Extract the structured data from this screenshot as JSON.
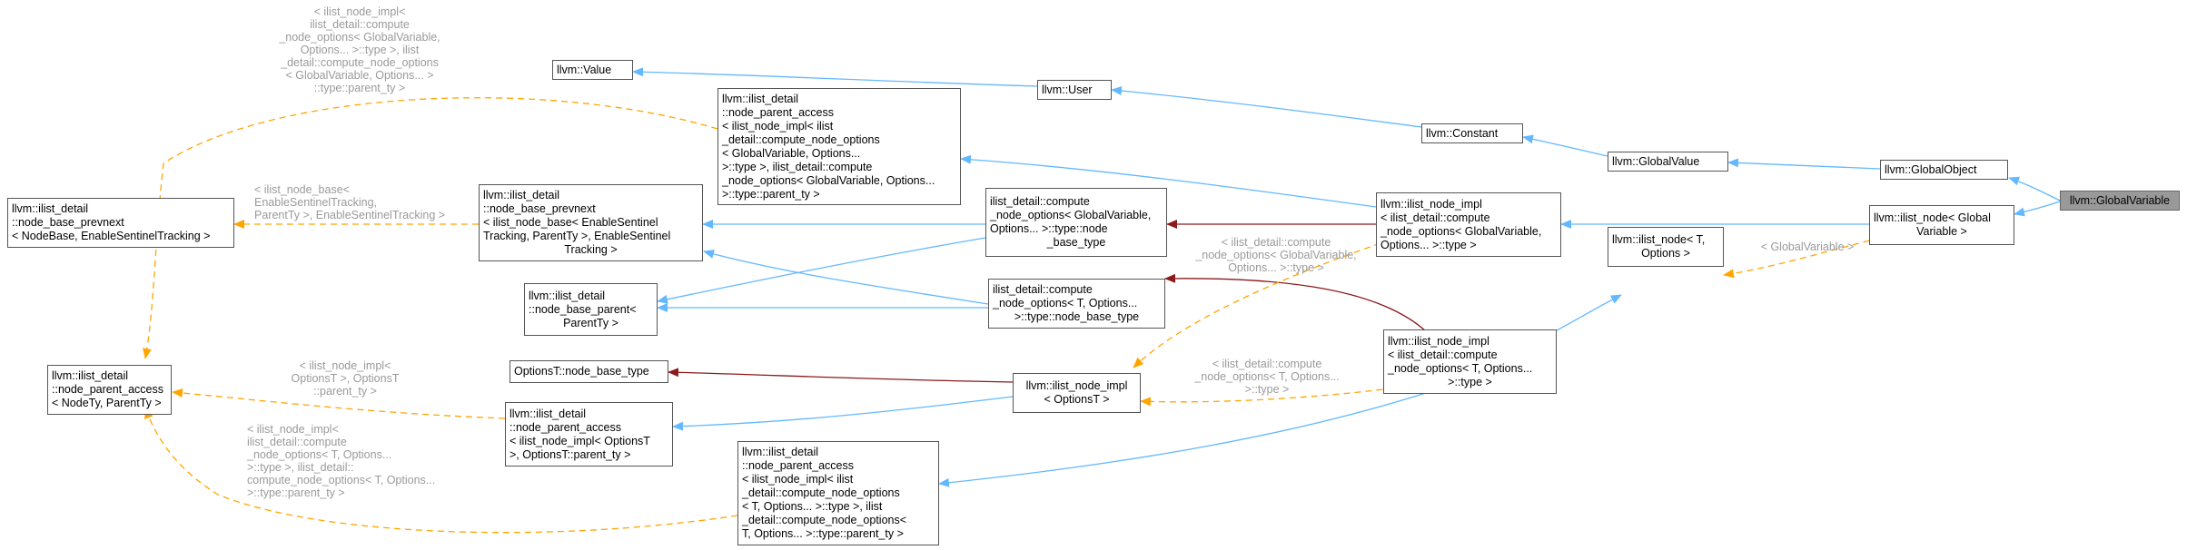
{
  "colors": {
    "inheritance": "#63b8ff",
    "template_instance": "#8b1a1a",
    "usage": "#ffa500",
    "label_text": "#9a9a9a",
    "focus_fill": "#999999"
  },
  "nodes": {
    "global_variable": [
      "llvm::GlobalVariable"
    ],
    "global_object": [
      "llvm::GlobalObject"
    ],
    "ilist_node_global_variable": [
      "llvm::ilist_node< Global",
      "Variable >"
    ],
    "global_value": [
      "llvm::GlobalValue"
    ],
    "constant": [
      "llvm::Constant"
    ],
    "user": [
      "llvm::User"
    ],
    "value": [
      "llvm::Value"
    ],
    "node_parent_access_global": [
      "llvm::ilist_detail",
      "::node_parent_access",
      "< ilist_node_impl< ilist",
      "_detail::compute_node_options",
      "< GlobalVariable, Options...",
      ">::type >, ilist_detail::compute",
      "_node_options< GlobalVariable, Options...",
      ">::type::parent_ty >"
    ],
    "ilist_node_impl_global": [
      "llvm::ilist_node_impl",
      "< ilist_detail::compute",
      "_node_options< GlobalVariable,",
      "Options... >::type >"
    ],
    "compute_node_options_global_base": [
      "ilist_detail::compute",
      "_node_options< GlobalVariable,",
      "Options... >::type::node",
      "_base_type"
    ],
    "node_base_prevnext_enable": [
      "llvm::ilist_detail",
      "::node_base_prevnext",
      "< ilist_node_base< EnableSentinel",
      "Tracking, ParentTy >, EnableSentinel",
      "Tracking >"
    ],
    "node_base_prevnext_generic": [
      "llvm::ilist_detail",
      "::node_base_prevnext",
      "< NodeBase, EnableSentinelTracking >"
    ],
    "node_base_parent": [
      "llvm::ilist_detail",
      "::node_base_parent<",
      "ParentTy >"
    ],
    "compute_node_options_t_base": [
      "ilist_detail::compute",
      "_node_options< T, Options...",
      ">::type::node_base_type"
    ],
    "ilist_node_t_options": [
      "llvm::ilist_node< T,",
      "Options >"
    ],
    "ilist_node_impl_t": [
      "llvm::ilist_node_impl",
      "< ilist_detail::compute",
      "_node_options< T, Options...",
      ">::type >"
    ],
    "node_parent_access_generic": [
      "llvm::ilist_detail",
      "::node_parent_access",
      "< NodeTy, ParentTy >"
    ],
    "options_node_base_type": [
      "OptionsT::node_base_type"
    ],
    "ilist_node_impl_optionst": [
      "llvm::ilist_node_impl",
      "< OptionsT >"
    ],
    "node_parent_access_optionst": [
      "llvm::ilist_detail",
      "::node_parent_access",
      "< ilist_node_impl< OptionsT",
      ">, OptionsT::parent_ty >"
    ],
    "node_parent_access_t": [
      "llvm::ilist_detail",
      "::node_parent_access",
      "< ilist_node_impl< ilist",
      "_detail::compute_node_options",
      "< T, Options... >::type >, ilist",
      "_detail::compute_node_options<",
      "T, Options... >::type::parent_ty >"
    ]
  },
  "edge_labels": {
    "top_global_parent": [
      "< ilist_node_impl<",
      "ilist_detail::compute",
      "_node_options< GlobalVariable,",
      "Options... >::type >, ilist",
      "_detail::compute_node_options",
      "< GlobalVariable, Options... >",
      "::type::parent_ty >"
    ],
    "node_base_enable": [
      "< ilist_node_base<",
      "EnableSentinelTracking,",
      "ParentTy >, EnableSentinelTracking >"
    ],
    "global_variable_arg": [
      "< GlobalVariable >"
    ],
    "compute_global_type": [
      "< ilist_detail::compute",
      "_node_options< GlobalVariable,",
      "Options... >::type >"
    ],
    "compute_t_type": [
      "< ilist_detail::compute",
      "_node_options< T, Options...",
      ">::type >"
    ],
    "optionst_parent": [
      "< ilist_node_impl<",
      "OptionsT >, OptionsT",
      "::parent_ty >"
    ],
    "t_parent": [
      "< ilist_node_impl<",
      "ilist_detail::compute",
      "_node_options< T, Options...",
      ">::type >, ilist_detail::",
      "compute_node_options< T, Options...",
      ">::type::parent_ty >"
    ]
  }
}
